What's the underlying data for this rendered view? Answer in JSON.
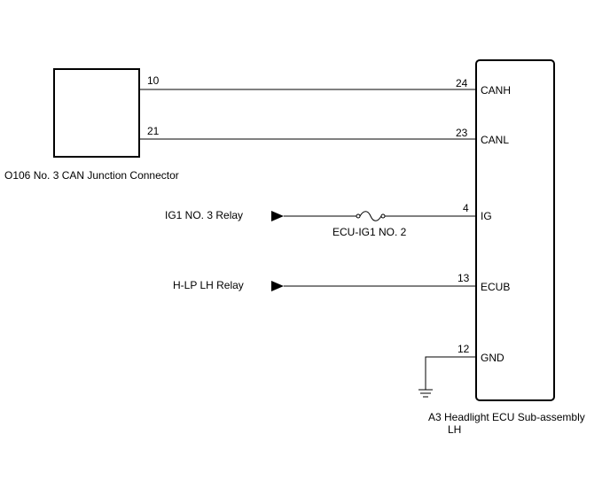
{
  "connector": {
    "label": "O106  No. 3 CAN Junction Connector",
    "pin_canh": "10",
    "pin_canl": "21"
  },
  "ecu": {
    "label_line1": "A3  Headlight ECU Sub-assembly",
    "label_line2": "LH",
    "pins": [
      {
        "number": "24",
        "name": "CANH"
      },
      {
        "number": "23",
        "name": "CANL"
      },
      {
        "number": "4",
        "name": "IG"
      },
      {
        "number": "13",
        "name": "ECUB"
      },
      {
        "number": "12",
        "name": "GND"
      }
    ]
  },
  "sources": {
    "ig1_relay": "IG1 NO. 3 Relay",
    "hlp_relay": "H-LP LH Relay"
  },
  "fuse": {
    "label": "ECU-IG1 NO. 2"
  }
}
